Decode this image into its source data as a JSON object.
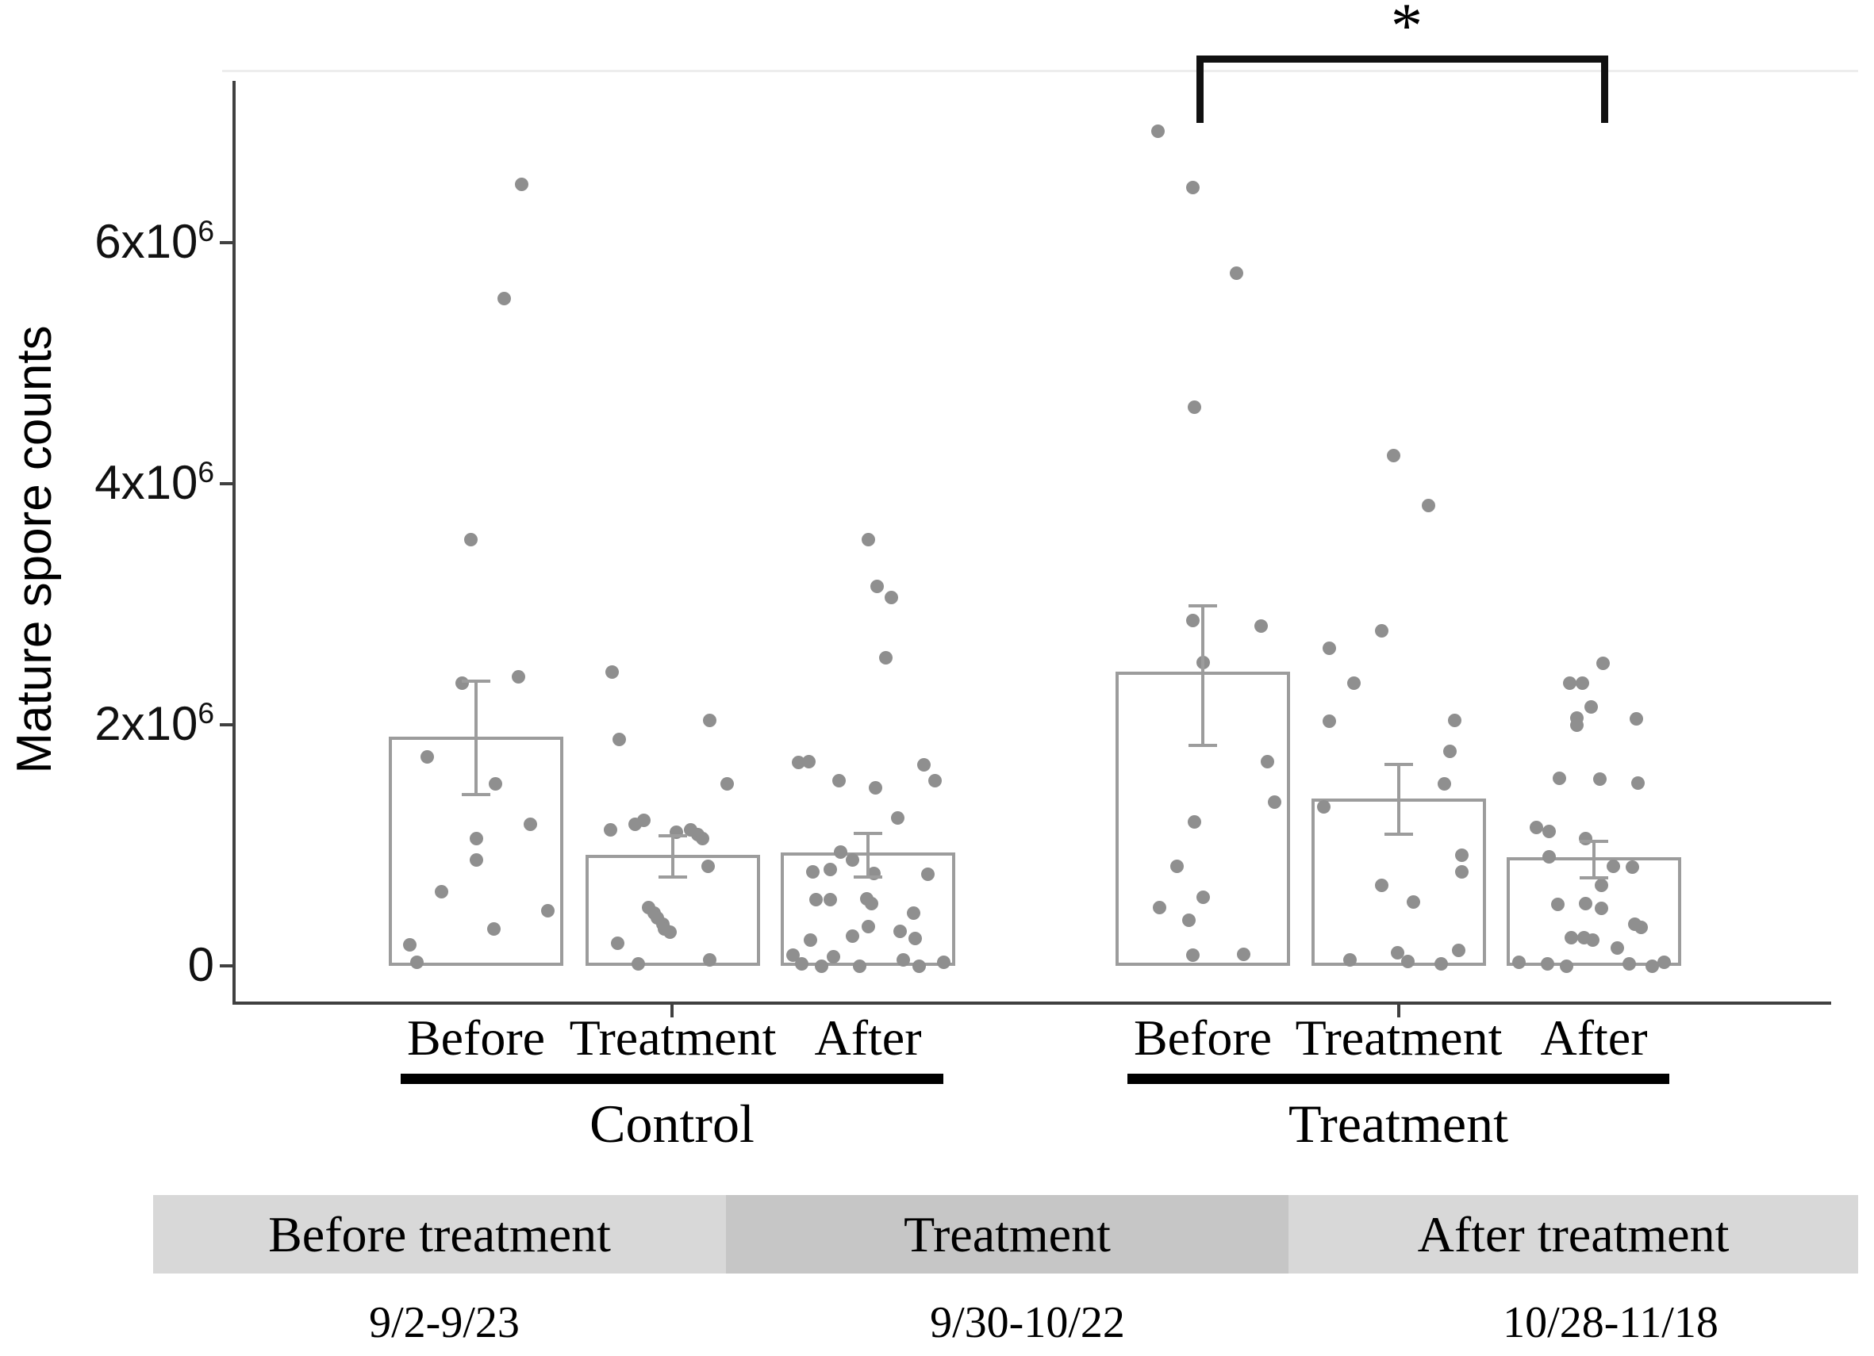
{
  "chart_data": {
    "type": "bar",
    "title": "",
    "ylabel": "Mature spore counts",
    "xlabel": "",
    "y_units": "spore counts",
    "ylim_counts": [
      0,
      7300000
    ],
    "grid": false,
    "legend_position": "none",
    "yticks": [
      {
        "value_counts": 0,
        "mantissa": "0",
        "exponent": ""
      },
      {
        "value_counts": 2000000,
        "mantissa": "2x10",
        "exponent": "6"
      },
      {
        "value_counts": 4000000,
        "mantissa": "4x10",
        "exponent": "6"
      },
      {
        "value_counts": 6000000,
        "mantissa": "6x10",
        "exponent": "6"
      }
    ],
    "groups": [
      {
        "label": "Control",
        "conditions": [
          {
            "label": "Before",
            "mean_x1e6": 1.9,
            "err_low_x1e6": 1.42,
            "err_high_x1e6": 2.36,
            "points_x1e6": [
              [
                6.49,
                0.76
              ],
              [
                5.54,
                0.66
              ],
              [
                3.54,
                0.47
              ],
              [
                2.4,
                0.74
              ],
              [
                2.35,
                0.42
              ],
              [
                1.74,
                0.22
              ],
              [
                1.51,
                0.61
              ],
              [
                1.18,
                0.81
              ],
              [
                1.06,
                0.5
              ],
              [
                0.88,
                0.5
              ],
              [
                0.62,
                0.3
              ],
              [
                0.46,
                0.91
              ],
              [
                0.31,
                0.6
              ],
              [
                0.18,
                0.12
              ],
              [
                0.03,
                0.16
              ]
            ]
          },
          {
            "label": "Treatment",
            "mean_x1e6": 0.92,
            "err_low_x1e6": 0.74,
            "err_high_x1e6": 1.08,
            "points_x1e6": [
              [
                2.44,
                0.15
              ],
              [
                2.04,
                0.71
              ],
              [
                1.88,
                0.19
              ],
              [
                1.51,
                0.81
              ],
              [
                1.21,
                0.33
              ],
              [
                1.18,
                0.28
              ],
              [
                1.13,
                0.14
              ],
              [
                1.13,
                0.6
              ],
              [
                1.11,
                0.52
              ],
              [
                1.09,
                0.64
              ],
              [
                1.06,
                0.67
              ],
              [
                0.83,
                0.7
              ],
              [
                0.49,
                0.36
              ],
              [
                0.44,
                0.39
              ],
              [
                0.4,
                0.41
              ],
              [
                0.35,
                0.44
              ],
              [
                0.31,
                0.45
              ],
              [
                0.28,
                0.48
              ],
              [
                0.19,
                0.18
              ],
              [
                0.05,
                0.71
              ],
              [
                0.02,
                0.3
              ]
            ]
          },
          {
            "label": "After",
            "mean_x1e6": 0.94,
            "err_low_x1e6": 0.74,
            "err_high_x1e6": 1.1,
            "points_x1e6": [
              [
                3.54,
                0.5
              ],
              [
                3.15,
                0.55
              ],
              [
                3.06,
                0.63
              ],
              [
                2.56,
                0.6
              ],
              [
                1.7,
                0.16
              ],
              [
                1.69,
                0.1
              ],
              [
                1.67,
                0.82
              ],
              [
                1.54,
                0.33
              ],
              [
                1.54,
                0.88
              ],
              [
                1.48,
                0.54
              ],
              [
                1.23,
                0.67
              ],
              [
                0.95,
                0.34
              ],
              [
                0.88,
                0.41
              ],
              [
                0.8,
                0.28
              ],
              [
                0.78,
                0.18
              ],
              [
                0.77,
                0.53
              ],
              [
                0.76,
                0.84
              ],
              [
                0.56,
                0.49
              ],
              [
                0.55,
                0.2
              ],
              [
                0.55,
                0.28
              ],
              [
                0.52,
                0.52
              ],
              [
                0.44,
                0.76
              ],
              [
                0.33,
                0.5
              ],
              [
                0.29,
                0.68
              ],
              [
                0.25,
                0.41
              ],
              [
                0.23,
                0.77
              ],
              [
                0.22,
                0.17
              ],
              [
                0.09,
                0.07
              ],
              [
                0.08,
                0.3
              ],
              [
                0.05,
                0.7
              ],
              [
                0.03,
                0.93
              ],
              [
                0.02,
                0.12
              ],
              [
                0.0,
                0.23
              ],
              [
                0.0,
                0.45
              ],
              [
                0.0,
                0.79
              ]
            ]
          }
        ]
      },
      {
        "label": "Treatment",
        "conditions": [
          {
            "label": "Before",
            "mean_x1e6": 2.44,
            "err_low_x1e6": 1.83,
            "err_high_x1e6": 2.99,
            "points_x1e6": [
              [
                6.93,
                0.24
              ],
              [
                6.46,
                0.44
              ],
              [
                5.75,
                0.69
              ],
              [
                4.64,
                0.45
              ],
              [
                2.87,
                0.44
              ],
              [
                2.82,
                0.83
              ],
              [
                2.52,
                0.5
              ],
              [
                1.7,
                0.87
              ],
              [
                1.36,
                0.91
              ],
              [
                1.2,
                0.45
              ],
              [
                0.83,
                0.35
              ],
              [
                0.57,
                0.5
              ],
              [
                0.49,
                0.25
              ],
              [
                0.38,
                0.42
              ],
              [
                0.1,
                0.73
              ],
              [
                0.09,
                0.44
              ]
            ]
          },
          {
            "label": "Treatment",
            "mean_x1e6": 1.39,
            "err_low_x1e6": 1.09,
            "err_high_x1e6": 1.67,
            "points_x1e6": [
              [
                4.24,
                0.47
              ],
              [
                3.82,
                0.67
              ],
              [
                2.78,
                0.4
              ],
              [
                2.64,
                0.1
              ],
              [
                2.35,
                0.24
              ],
              [
                2.04,
                0.82
              ],
              [
                2.03,
                0.1
              ],
              [
                1.78,
                0.79
              ],
              [
                1.51,
                0.76
              ],
              [
                1.32,
                0.07
              ],
              [
                0.92,
                0.86
              ],
              [
                0.78,
                0.86
              ],
              [
                0.67,
                0.4
              ],
              [
                0.53,
                0.58
              ],
              [
                0.13,
                0.84
              ],
              [
                0.11,
                0.49
              ],
              [
                0.05,
                0.22
              ],
              [
                0.04,
                0.55
              ],
              [
                0.02,
                0.74
              ]
            ]
          },
          {
            "label": "After",
            "mean_x1e6": 0.9,
            "err_low_x1e6": 0.73,
            "err_high_x1e6": 1.03,
            "points_x1e6": [
              [
                2.51,
                0.55
              ],
              [
                2.35,
                0.36
              ],
              [
                2.35,
                0.43
              ],
              [
                2.15,
                0.48
              ],
              [
                2.06,
                0.4
              ],
              [
                2.05,
                0.74
              ],
              [
                2.0,
                0.4
              ],
              [
                1.56,
                0.3
              ],
              [
                1.55,
                0.53
              ],
              [
                1.52,
                0.75
              ],
              [
                1.15,
                0.17
              ],
              [
                1.12,
                0.24
              ],
              [
                1.06,
                0.45
              ],
              [
                0.91,
                0.24
              ],
              [
                0.83,
                0.61
              ],
              [
                0.82,
                0.72
              ],
              [
                0.67,
                0.54
              ],
              [
                0.52,
                0.45
              ],
              [
                0.51,
                0.29
              ],
              [
                0.48,
                0.54
              ],
              [
                0.35,
                0.73
              ],
              [
                0.32,
                0.77
              ],
              [
                0.24,
                0.37
              ],
              [
                0.24,
                0.44
              ],
              [
                0.22,
                0.49
              ],
              [
                0.15,
                0.63
              ],
              [
                0.03,
                0.07
              ],
              [
                0.03,
                0.9
              ],
              [
                0.02,
                0.23
              ],
              [
                0.02,
                0.7
              ],
              [
                0.0,
                0.34
              ],
              [
                0.0,
                0.83
              ]
            ]
          }
        ]
      }
    ],
    "significance": {
      "symbol": "*",
      "group": "Treatment",
      "between": [
        "Before",
        "After"
      ]
    }
  },
  "timeline": {
    "phases": [
      {
        "label": "Before treatment",
        "dates": "9/2-9/23",
        "shade": "light"
      },
      {
        "label": "Treatment",
        "dates": "9/30-10/22",
        "shade": "dark"
      },
      {
        "label": "After treatment",
        "dates": "10/28-11/18",
        "shade": "light"
      }
    ]
  },
  "colors": {
    "bar_border": "#9c9c9c",
    "point": "#8f8f8f",
    "axis": "#404040",
    "bracket": "#111111",
    "underline": "#000000",
    "band_light": "#d8d8d8",
    "band_dark": "#c6c6c6"
  }
}
